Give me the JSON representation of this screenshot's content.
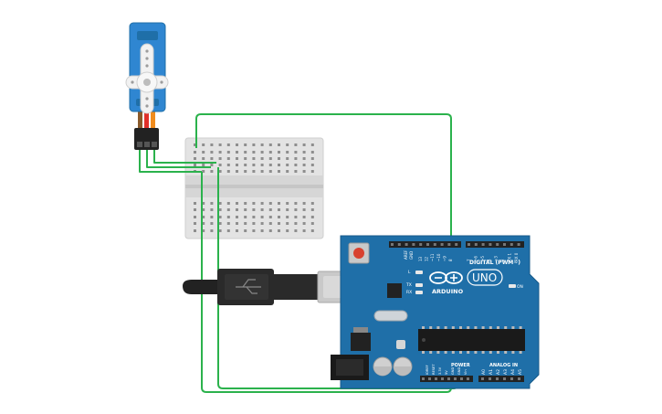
{
  "colors": {
    "background": "#ffffff",
    "wire": "#2bb24c",
    "board": "#1f6fa8",
    "board_edge": "#175a8a",
    "breadboard": "#e6e6e6",
    "servo_body": "#2f86d1",
    "servo_horn": "#f2f2f2",
    "header_black": "#222222",
    "usb_cable": "#2a2a2a",
    "usb_metal": "#c9c9c9",
    "reset_red": "#d8412f"
  },
  "arduino": {
    "brand": "ARDUINO",
    "model": "UNO",
    "digital_label": "DIGITAL (PWM~)",
    "power_label": "POWER",
    "analog_label": "ANALOG IN",
    "on_label": "ON",
    "l_label": "L",
    "tx_label": "TX",
    "rx_label": "RX",
    "aref_label": "AREF",
    "gnd_label": "GND",
    "digital_pins": [
      "13",
      "12",
      "~11",
      "~10",
      "~9",
      "8",
      "7",
      "~6",
      "~5",
      "4",
      "~3",
      "2",
      "TX 1",
      "RX 0"
    ],
    "power_pins": [
      "IOREF",
      "RESET",
      "3.3V",
      "5V",
      "GND",
      "GND",
      "Vin"
    ],
    "analog_pins": [
      "A0",
      "A1",
      "A2",
      "A3",
      "A4",
      "A5"
    ]
  }
}
